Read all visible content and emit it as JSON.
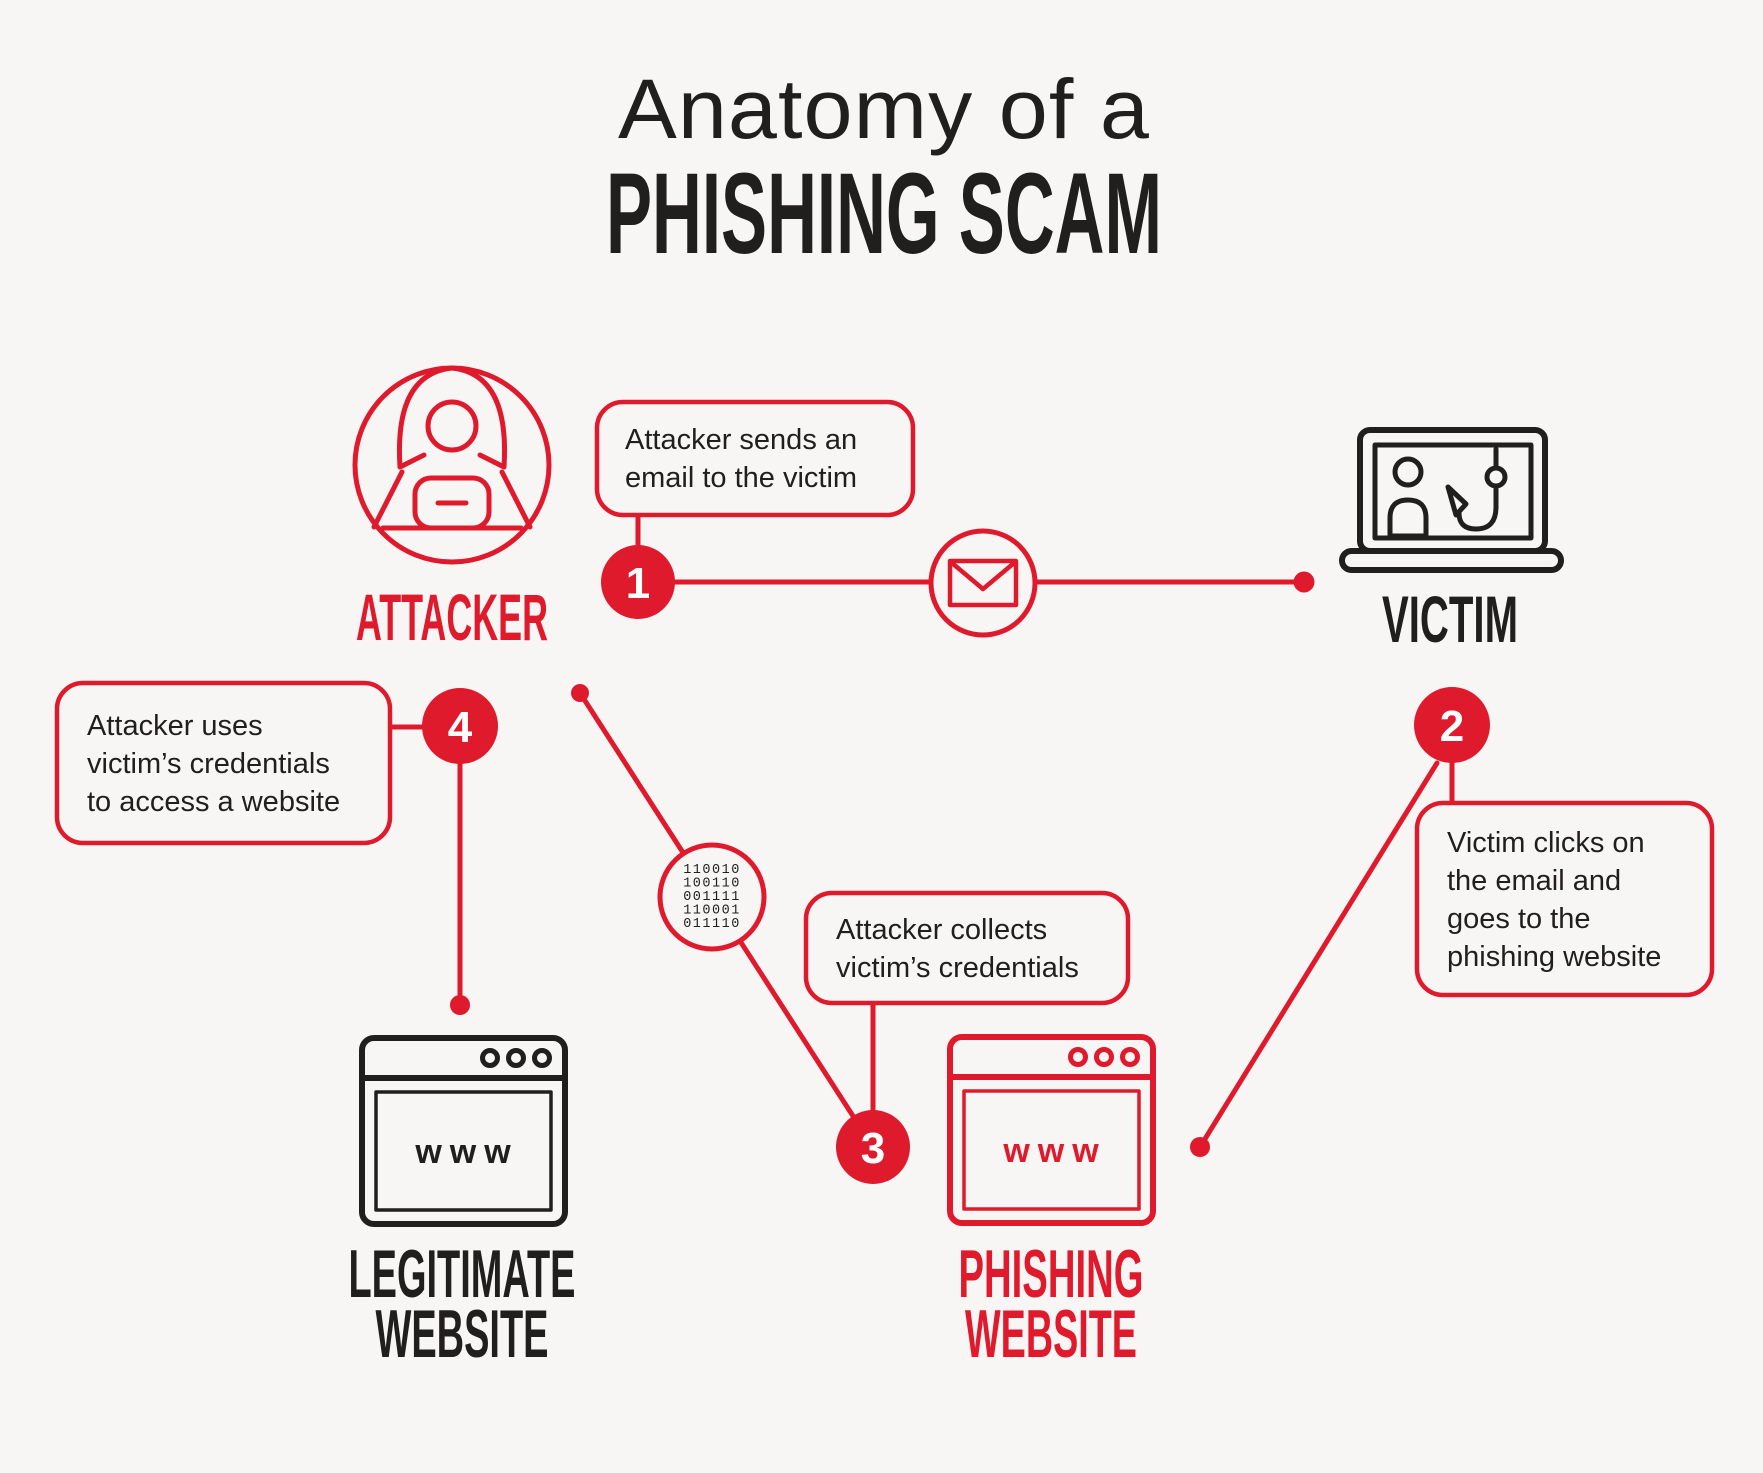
{
  "colors": {
    "accent_red": "#e01a2d",
    "ink_black": "#211e1e",
    "background": "#f7f6f4"
  },
  "title": {
    "line1": "Anatomy of a",
    "line2": "PHISHING SCAM"
  },
  "nodes": {
    "attacker": {
      "label": "ATTACKER"
    },
    "victim": {
      "label": "VICTIM"
    },
    "legitimate_website": {
      "label": [
        "LEGITIMATE",
        "WEBSITE"
      ],
      "www": "www"
    },
    "phishing_website": {
      "label": [
        "PHISHING",
        "WEBSITE"
      ],
      "www": "www"
    }
  },
  "steps": [
    {
      "number": "1",
      "lines": [
        "Attacker sends an",
        "email to the victim"
      ]
    },
    {
      "number": "2",
      "lines": [
        "Victim clicks on",
        "the email and",
        "goes to the",
        "phishing website"
      ]
    },
    {
      "number": "3",
      "lines": [
        "Attacker collects",
        "victim’s credentials"
      ]
    },
    {
      "number": "4",
      "lines": [
        "Attacker uses",
        "victim’s credentials",
        "to access a website"
      ]
    }
  ],
  "binary": {
    "lines": [
      "110010",
      "100110",
      "001111",
      "110001",
      "011110"
    ]
  }
}
